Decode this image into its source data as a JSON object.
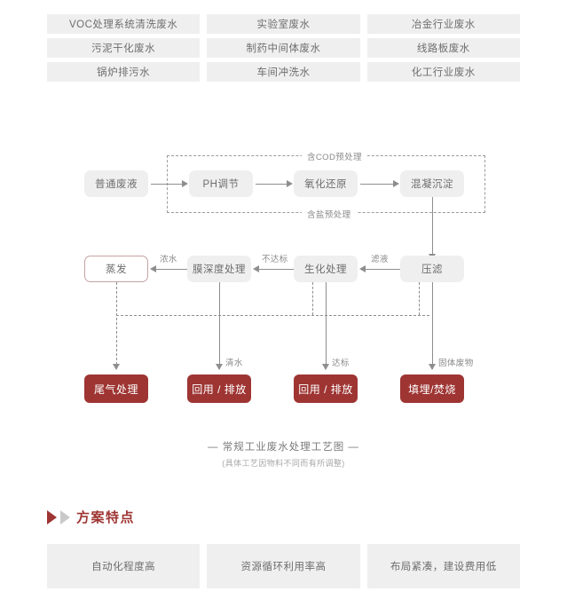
{
  "wastewater_types": [
    "VOC处理系统清洗废水",
    "实验室废水",
    "冶金行业废水",
    "污泥干化废水",
    "制药中间体废水",
    "线路板废水",
    "锅炉排污水",
    "车间冲洗水",
    "化工行业废水"
  ],
  "flowchart": {
    "dashed_regions": {
      "top_label": "含COD预处理",
      "bottom_label": "含盐预处理"
    },
    "nodes": {
      "source": "普通废液",
      "ph": "PH调节",
      "redox": "氧化还原",
      "coagulation": "混凝沉淀",
      "filterpress": "压滤",
      "biochem": "生化处理",
      "membrane": "膜深度处理",
      "evaporation": "蒸发"
    },
    "outputs": {
      "tailgas": "尾气处理",
      "reuse_clean": "回用 / 排放",
      "reuse_standard": "回用 / 排放",
      "landfill": "填埋/焚烧"
    },
    "edge_labels": {
      "filtrate": "滤液",
      "substandard": "不达标",
      "concentrate": "浓水",
      "clean_water": "清水",
      "standard": "达标",
      "solid_waste": "固体废物"
    },
    "colors": {
      "node_bg": "#efefef",
      "output_bg": "#9e3533",
      "evap_border": "#c4a3a3",
      "line": "#8e8e8e"
    }
  },
  "caption": {
    "title": "—  常规工业废水处理工艺图  —",
    "subtitle": "(具体工艺因物料不同而有所调整)"
  },
  "section": {
    "title": "方案特点",
    "accent_color": "#9e3533"
  },
  "features": [
    "自动化程度高",
    "资源循环利用率高",
    "布局紧凑，建设费用低"
  ]
}
